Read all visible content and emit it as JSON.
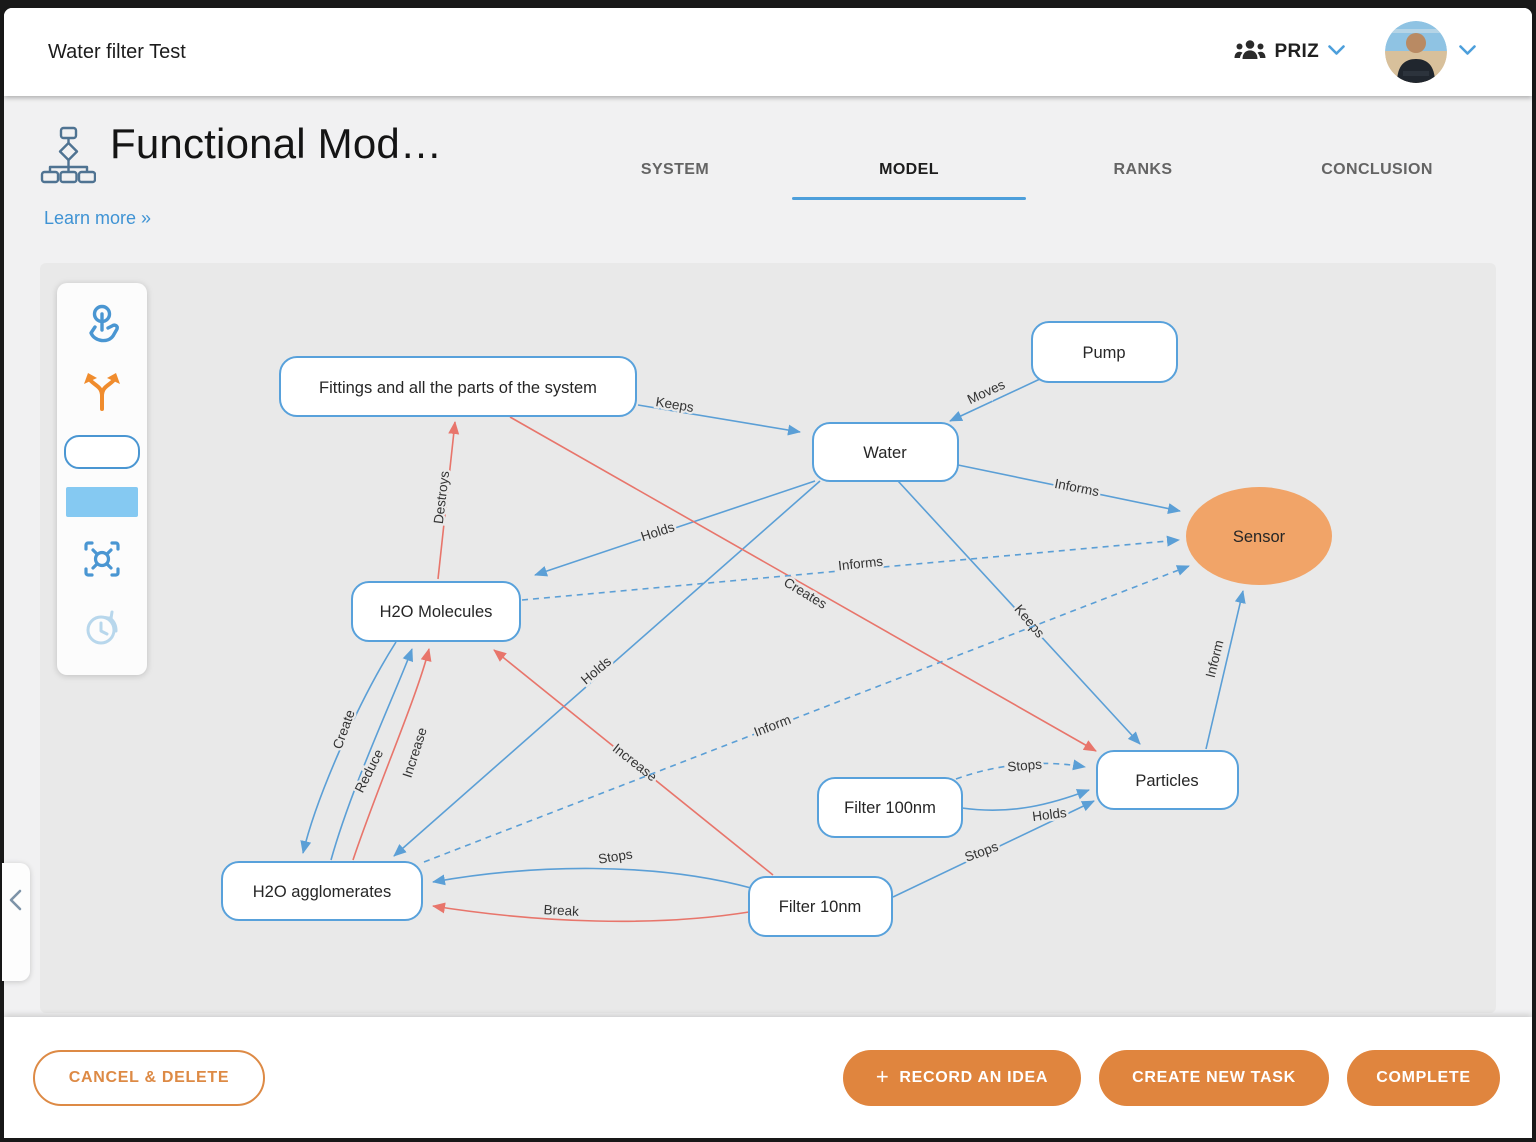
{
  "topbar": {
    "title": "Water filter Test",
    "workspace": {
      "label": "PRIZ"
    }
  },
  "header": {
    "title": "Functional Mod…",
    "learn_more": "Learn more »"
  },
  "tabs": {
    "items": [
      {
        "label": "SYSTEM",
        "active": false
      },
      {
        "label": "MODEL",
        "active": true
      },
      {
        "label": "RANKS",
        "active": false
      },
      {
        "label": "CONCLUSION",
        "active": false
      }
    ]
  },
  "toolbar": {
    "tools": [
      {
        "name": "pointer-tool",
        "icon": "tap-pointer-icon"
      },
      {
        "name": "connector-tool",
        "icon": "fork-arrows-icon"
      },
      {
        "name": "node-shape-tool",
        "icon": "rounded-node-shape"
      },
      {
        "name": "selected-node-shape-tool",
        "icon": "filled-node-shape"
      },
      {
        "name": "center-view-tool",
        "icon": "focus-crosshair-icon"
      },
      {
        "name": "history-tool",
        "icon": "history-clock-icon"
      }
    ]
  },
  "drawer": {
    "icon": "chevron-left-icon"
  },
  "diagram": {
    "nodes": {
      "fittings": {
        "label": "Fittings and all the parts of the system",
        "shape": "rounded-rect"
      },
      "pump": {
        "label": "Pump",
        "shape": "rounded-rect"
      },
      "water": {
        "label": "Water",
        "shape": "rounded-rect"
      },
      "sensor": {
        "label": "Sensor",
        "shape": "ellipse",
        "fill": "#f1a468"
      },
      "h2o_molecules": {
        "label": "H2O Molecules",
        "shape": "rounded-rect"
      },
      "particles": {
        "label": "Particles",
        "shape": "rounded-rect"
      },
      "filter_100nm": {
        "label": "Filter 100nm",
        "shape": "rounded-rect"
      },
      "filter_10nm": {
        "label": "Filter 10nm",
        "shape": "rounded-rect"
      },
      "h2o_agglomerates": {
        "label": "H2O agglomerates",
        "shape": "rounded-rect"
      }
    },
    "edges": {
      "keeps_fittings_water": {
        "label": "Keeps",
        "from": "Fittings and all the parts of the system",
        "to": "Water",
        "style": "solid",
        "color": "blue"
      },
      "moves_pump_water": {
        "label": "Moves",
        "from": "Pump",
        "to": "Water",
        "style": "solid",
        "color": "blue"
      },
      "informs_water_sensor": {
        "label": "Informs",
        "from": "Water",
        "to": "Sensor",
        "style": "solid",
        "color": "blue"
      },
      "holds_water_molecules": {
        "label": "Holds",
        "from": "Water",
        "to": "H2O Molecules",
        "style": "solid",
        "color": "blue"
      },
      "keeps_water_particles": {
        "label": "Keeps",
        "from": "Water",
        "to": "Particles",
        "style": "solid",
        "color": "blue"
      },
      "holds_water_agglomerates": {
        "label": "Holds",
        "from": "Water",
        "to": "H2O agglomerates",
        "style": "solid",
        "color": "blue"
      },
      "inform_particles_sensor": {
        "label": "Inform",
        "from": "Particles",
        "to": "Sensor",
        "style": "solid",
        "color": "blue"
      },
      "create_molecules_agglomerates": {
        "label": "Create",
        "from": "H2O Molecules",
        "to": "H2O agglomerates",
        "style": "solid",
        "color": "blue"
      },
      "reduce_agglomerates_molecules": {
        "label": "Reduce",
        "from": "H2O agglomerates",
        "to": "H2O Molecules",
        "style": "solid",
        "color": "blue"
      },
      "increase_agglomerates_molecules": {
        "label": "Increase",
        "from": "H2O agglomerates",
        "to": "H2O Molecules",
        "style": "solid",
        "color": "red"
      },
      "destroys_molecules_fittings": {
        "label": "Destroys",
        "from": "H2O Molecules",
        "to": "Fittings and all the parts of the system",
        "style": "solid",
        "color": "red"
      },
      "creates_fittings_particles": {
        "label": "Creates",
        "from": "Fittings and all the parts of the system",
        "to": "Particles",
        "style": "solid",
        "color": "red"
      },
      "increase_filter10_molecules": {
        "label": "Increase",
        "from": "Filter 10nm",
        "to": "H2O Molecules",
        "style": "solid",
        "color": "red"
      },
      "break_filter10_agglomerates": {
        "label": "Break",
        "from": "Filter 10nm",
        "to": "H2O agglomerates",
        "style": "solid",
        "color": "red"
      },
      "stops_filter10_agglomerates": {
        "label": "Stops",
        "from": "Filter 10nm",
        "to": "H2O agglomerates",
        "style": "solid",
        "color": "blue"
      },
      "stops_filter10_particles": {
        "label": "Stops",
        "from": "Filter 10nm",
        "to": "Particles",
        "style": "solid",
        "color": "blue"
      },
      "holds_filter100_particles": {
        "label": "Holds",
        "from": "Filter 100nm",
        "to": "Particles",
        "style": "solid",
        "color": "blue"
      },
      "stops_filter100_particles": {
        "label": "Stops",
        "from": "Filter 100nm",
        "to": "Particles",
        "style": "dashed",
        "color": "blue"
      },
      "informs_molecules_sensor": {
        "label": "Informs",
        "from": "H2O Molecules",
        "to": "Sensor",
        "style": "dashed",
        "color": "blue"
      },
      "inform_agglomerates_sensor": {
        "label": "Inform",
        "from": "H2O agglomerates",
        "to": "Sensor",
        "style": "dashed",
        "color": "blue"
      }
    },
    "colors": {
      "edge_blue": "#5b9fd6",
      "edge_red": "#e8756b",
      "node_border": "#58a1db",
      "sensor_fill": "#f1a468",
      "canvas_bg": "#e9e9e9"
    }
  },
  "footer": {
    "cancel_delete": "CANCEL & DELETE",
    "record_idea": "RECORD AN IDEA",
    "record_idea_plus": "+",
    "create_task": "CREATE NEW TASK",
    "complete": "COMPLETE"
  },
  "colors": {
    "accent_blue": "#4d9fdb",
    "accent_orange": "#e0853e"
  }
}
